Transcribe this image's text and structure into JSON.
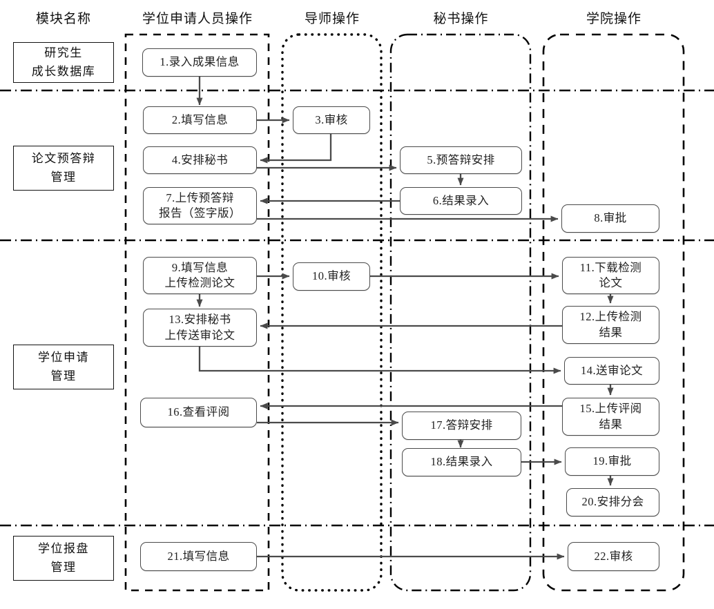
{
  "columns": [
    {
      "id": "module",
      "label": "模块名称"
    },
    {
      "id": "applicant",
      "label": "学位申请人员操作"
    },
    {
      "id": "advisor",
      "label": "导师操作"
    },
    {
      "id": "secretary",
      "label": "秘书操作"
    },
    {
      "id": "college",
      "label": "学院操作"
    }
  ],
  "modules": [
    {
      "id": "growth-db",
      "line1": "研究生",
      "line2": "成长数据库"
    },
    {
      "id": "pre-defense",
      "line1": "论文预答辩",
      "line2": "管理"
    },
    {
      "id": "degree-apply",
      "line1": "学位申请",
      "line2": "管理"
    },
    {
      "id": "degree-report",
      "line1": "学位报盘",
      "line2": "管理"
    }
  ],
  "nodes": [
    {
      "id": "n1",
      "num": "1.",
      "lines": [
        "1.录入成果信息"
      ],
      "lane": "applicant"
    },
    {
      "id": "n2",
      "num": "2.",
      "lines": [
        "2.填写信息"
      ],
      "lane": "applicant"
    },
    {
      "id": "n3",
      "num": "3.",
      "lines": [
        "3.审核"
      ],
      "lane": "advisor"
    },
    {
      "id": "n4",
      "num": "4.",
      "lines": [
        "4.安排秘书"
      ],
      "lane": "applicant"
    },
    {
      "id": "n5",
      "num": "5.",
      "lines": [
        "5.预答辩安排"
      ],
      "lane": "secretary"
    },
    {
      "id": "n6",
      "num": "6.",
      "lines": [
        "6.结果录入"
      ],
      "lane": "secretary"
    },
    {
      "id": "n7",
      "num": "7.",
      "lines": [
        "7.上传预答辩",
        "报告（签字版）"
      ],
      "lane": "applicant"
    },
    {
      "id": "n8",
      "num": "8.",
      "lines": [
        "8.审批"
      ],
      "lane": "college"
    },
    {
      "id": "n9",
      "num": "9.",
      "lines": [
        "9.填写信息",
        "上传检测论文"
      ],
      "lane": "applicant"
    },
    {
      "id": "n10",
      "num": "10.",
      "lines": [
        "10.审核"
      ],
      "lane": "advisor"
    },
    {
      "id": "n11",
      "num": "11.",
      "lines": [
        "11.下载检测",
        "论文"
      ],
      "lane": "college"
    },
    {
      "id": "n12",
      "num": "12.",
      "lines": [
        "12.上传检测",
        "结果"
      ],
      "lane": "college"
    },
    {
      "id": "n13",
      "num": "13.",
      "lines": [
        "13.安排秘书",
        "上传送审论文"
      ],
      "lane": "applicant"
    },
    {
      "id": "n14",
      "num": "14.",
      "lines": [
        "14.送审论文"
      ],
      "lane": "college"
    },
    {
      "id": "n15",
      "num": "15.",
      "lines": [
        "15.上传评阅",
        "结果"
      ],
      "lane": "college"
    },
    {
      "id": "n16",
      "num": "16.",
      "lines": [
        "16.查看评阅"
      ],
      "lane": "applicant"
    },
    {
      "id": "n17",
      "num": "17.",
      "lines": [
        "17.答辩安排"
      ],
      "lane": "secretary"
    },
    {
      "id": "n18",
      "num": "18.",
      "lines": [
        "18.结果录入"
      ],
      "lane": "secretary"
    },
    {
      "id": "n19",
      "num": "19.",
      "lines": [
        "19.审批"
      ],
      "lane": "college"
    },
    {
      "id": "n20",
      "num": "20.",
      "lines": [
        "20.安排分会"
      ],
      "lane": "college"
    },
    {
      "id": "n21",
      "num": "21.",
      "lines": [
        "21.填写信息"
      ],
      "lane": "applicant"
    },
    {
      "id": "n22",
      "num": "22.",
      "lines": [
        "22.审核"
      ],
      "lane": "college"
    }
  ],
  "flows": [
    {
      "from": "n1",
      "to": "n2"
    },
    {
      "from": "n2",
      "to": "n3"
    },
    {
      "from": "n3",
      "to": "n4"
    },
    {
      "from": "n4",
      "to": "n5"
    },
    {
      "from": "n5",
      "to": "n6"
    },
    {
      "from": "n6",
      "to": "n7"
    },
    {
      "from": "n7",
      "to": "n8"
    },
    {
      "from": "n9",
      "to": "n10"
    },
    {
      "from": "n9",
      "to": "n13"
    },
    {
      "from": "n10",
      "to": "n11"
    },
    {
      "from": "n11",
      "to": "n12"
    },
    {
      "from": "n12",
      "to": "n13"
    },
    {
      "from": "n13",
      "to": "n14"
    },
    {
      "from": "n14",
      "to": "n15"
    },
    {
      "from": "n15",
      "to": "n16"
    },
    {
      "from": "n16",
      "to": "n17"
    },
    {
      "from": "n17",
      "to": "n18"
    },
    {
      "from": "n18",
      "to": "n19"
    },
    {
      "from": "n19",
      "to": "n20"
    },
    {
      "from": "n21",
      "to": "n22"
    }
  ],
  "colors": {
    "line": "#4a4a4a",
    "border": "#111111",
    "text": "#1a1a1a",
    "background": "#ffffff"
  }
}
